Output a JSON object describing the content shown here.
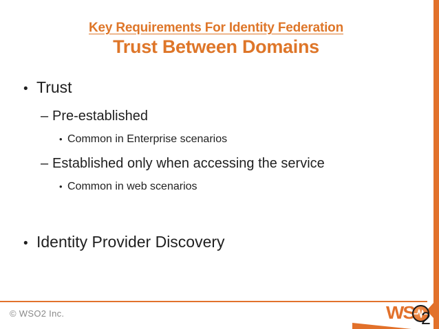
{
  "slide": {
    "title": "Key Requirements For Identity Federation",
    "subtitle": "Trust Between Domains",
    "bullets": [
      {
        "level": 1,
        "marker": "•",
        "text": "Trust"
      },
      {
        "level": 2,
        "marker": "–",
        "text": "Pre-established"
      },
      {
        "level": 3,
        "marker": "•",
        "text": "Common in Enterprise scenarios"
      },
      {
        "level": 2,
        "marker": "–",
        "text": "Established only when accessing the service"
      },
      {
        "level": 3,
        "marker": "•",
        "text": "Common in web scenarios"
      },
      {
        "level": 1,
        "marker": "•",
        "text": "Identity Provider Discovery"
      }
    ],
    "footer": {
      "copyright": "© WSO2 Inc.",
      "page_number": "2"
    },
    "logo": {
      "letters": "WS",
      "pulse_icon": "heartbeat-pulse-icon"
    },
    "colors": {
      "accent": "#E2712B",
      "title": "#DE7629",
      "body_text": "#1F1F1F",
      "footer_text": "#8A8A8A",
      "logo_ring": "#1A1A1A"
    }
  }
}
